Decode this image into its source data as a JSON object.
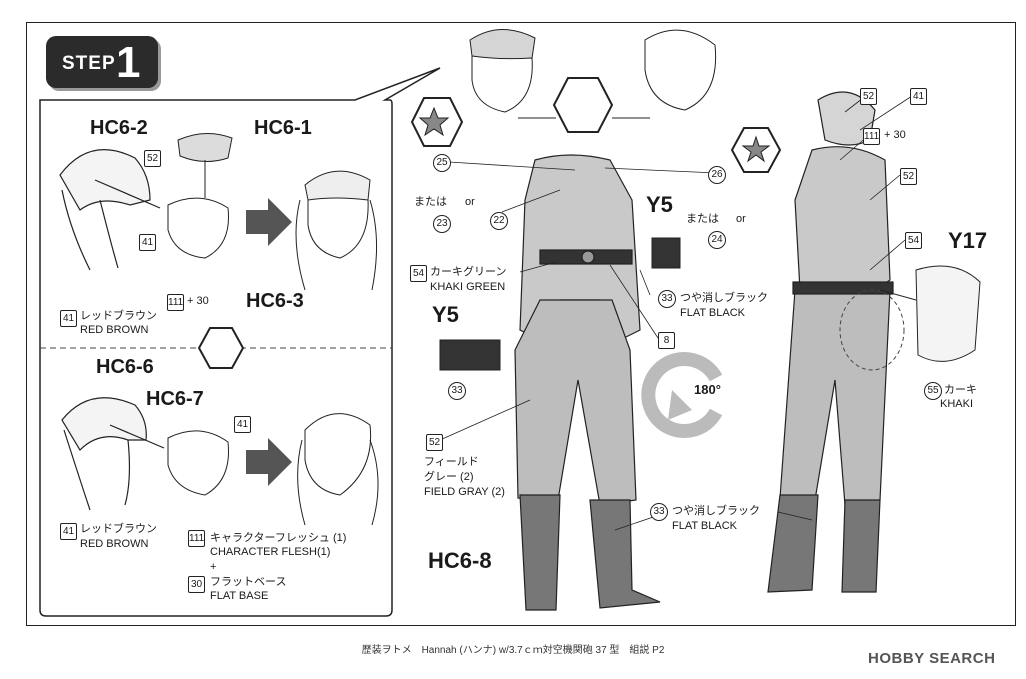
{
  "step": {
    "word": "STEP",
    "number": "1"
  },
  "left_panel": {
    "hc6_2": "HC6-2",
    "hc6_1": "HC6-1",
    "hc6_3": "HC6-3",
    "hc6_6": "HC6-6",
    "hc6_7": "HC6-7",
    "n52": "52",
    "n41a": "41",
    "n111a": "111",
    "plus30a": "+ 30",
    "red_brown_jp": "レッドブラウン",
    "red_brown_en": "RED BROWN",
    "n41b": "41",
    "n41c": "41",
    "red_brown_jp2": "レッドブラウン",
    "red_brown_en2": "RED BROWN",
    "n111b": "111",
    "character_flesh_jp": "キャラクターフレッシュ (1)",
    "character_flesh_en": "CHARACTER FLESH(1)",
    "plus": "+",
    "n30": "30",
    "flat_base_jp": "フラットベース",
    "flat_base_en": "FLAT BASE"
  },
  "figure": {
    "n25": "25",
    "matawa1": "または",
    "or1": "or",
    "n23": "23",
    "n22": "22",
    "y5_top": "Y5",
    "matawa2": "または",
    "or2": "or",
    "n26": "26",
    "n24": "24",
    "n54": "54",
    "khaki_green_jp": "カーキグリーン",
    "khaki_green_en": "KHAKI GREEN",
    "n33a": "33",
    "flat_black_jp": "つや消しブラック",
    "flat_black_en": "FLAT BLACK",
    "n8": "8",
    "y5_left": "Y5",
    "n33b": "33",
    "n52": "52",
    "field_gray_jp1": "フィールド",
    "field_gray_jp2": "グレー (2)",
    "field_gray_en": "FIELD GRAY (2)",
    "n33c": "33",
    "flat_black_jp2": "つや消しブラック",
    "flat_black_en2": "FLAT BLACK",
    "hc6_8": "HC6-8",
    "rotate": "180°"
  },
  "back": {
    "n52a": "52",
    "n41": "41",
    "n111": "111",
    "plus30": "+ 30",
    "n52b": "52",
    "n54": "54",
    "y17": "Y17",
    "n55": "55",
    "khaki_jp": "カーキ",
    "khaki_en": "KHAKI"
  },
  "footer": "歴装ヲトメ　Hannah (ハンナ) w/3.7ｃｍ対空機関砲 37 型　組説 P2",
  "brand": "HOBBY SEARCH"
}
